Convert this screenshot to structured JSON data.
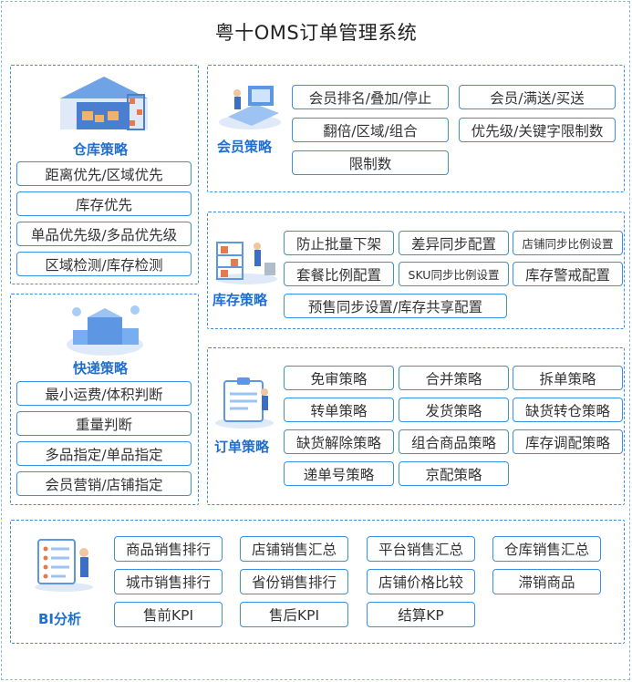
{
  "title": "粤十OMS订单管理系统",
  "warehouse": {
    "label": "仓库策略",
    "items": [
      "距离优先/区域优先",
      "库存优先",
      "单品优先级/多品优先级",
      "区域检测/库存检测"
    ]
  },
  "express": {
    "label": "快递策略",
    "items": [
      "最小运费/体积判断",
      "重量判断",
      "多品指定/单品指定",
      "会员营销/店铺指定"
    ]
  },
  "member": {
    "label": "会员策略",
    "items": [
      "会员排名/叠加/停止",
      "会员/满送/买送",
      "翻倍/区域/组合",
      "优先级/关键字限制数",
      "限制数"
    ]
  },
  "inventory": {
    "label": "库存策略",
    "items": [
      "防止批量下架",
      "差异同步配置",
      "店铺同步比例设置",
      "套餐比例配置",
      "SKU同步比例设置",
      "库存警戒配置",
      "预售同步设置/库存共享配置"
    ]
  },
  "order": {
    "label": "订单策略",
    "items": [
      "免审策略",
      "合并策略",
      "拆单策略",
      "转单策略",
      "发货策略",
      "缺货转仓策略",
      "缺货解除策略",
      "组合商品策略",
      "库存调配策略",
      "递单号策略",
      "京配策略"
    ]
  },
  "bi": {
    "label": "BI分析",
    "items": [
      "商品销售排行",
      "店铺销售汇总",
      "平台销售汇总",
      "仓库销售汇总",
      "城市销售排行",
      "省份销售排行",
      "店铺价格比较",
      "滞销商品",
      "售前KPI",
      "售后KPI",
      "结算KP"
    ]
  },
  "colors": {
    "accent": "#3a8fe0",
    "label": "#1f6fd1"
  }
}
